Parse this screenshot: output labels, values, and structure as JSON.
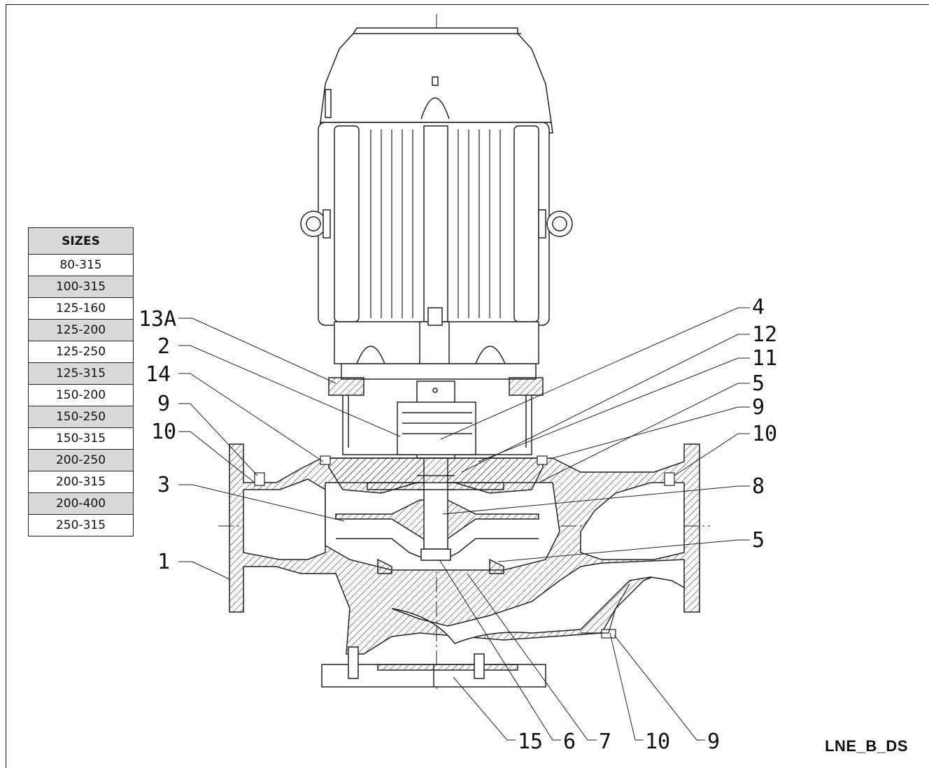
{
  "sizes_table": {
    "header": "SIZES",
    "rows": [
      "80-315",
      "100-315",
      "125-160",
      "125-200",
      "125-250",
      "125-315",
      "150-200",
      "150-250",
      "150-315",
      "200-250",
      "200-315",
      "200-400",
      "250-315"
    ]
  },
  "callouts": {
    "left": [
      "13A",
      "2",
      "14",
      "9",
      "10",
      "3",
      "1"
    ],
    "right": [
      "4",
      "12",
      "11",
      "5",
      "9",
      "10",
      "8",
      "5"
    ],
    "bottom": [
      "15",
      "6",
      "7",
      "10",
      "9"
    ]
  },
  "drawing_code": "LNE_B_DS"
}
